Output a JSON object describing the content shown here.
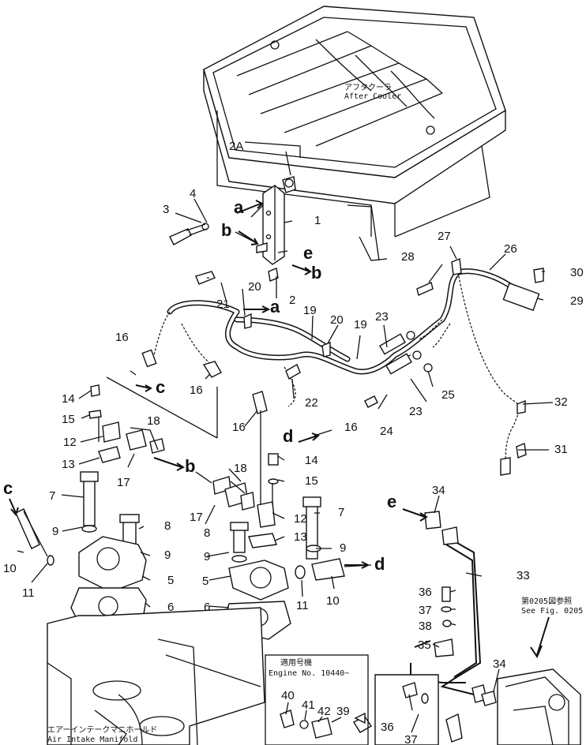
{
  "labels": {
    "after_cooler_jp": "アフタクーラ",
    "after_cooler_en": "After Cooler",
    "air_intake_jp": "エアーインテークマニホールド",
    "air_intake_en": "Air Intake Manifold",
    "serial_jp": "適用号機",
    "serial_en": "Engine No. 10440~",
    "see_fig_jp": "第0205図参照",
    "see_fig_en": "See Fig. 0205"
  },
  "callouts": {
    "p2A": "2A",
    "p1": "1",
    "p2": "2",
    "p3": "3",
    "p4": "4",
    "p5a": "5",
    "p5b": "5",
    "p6a": "6",
    "p6b": "6",
    "p7a": "7",
    "p7b": "7",
    "p8a": "8",
    "p8b": "8",
    "p9a": "9",
    "p9b": "9",
    "p9c": "9",
    "p9d": "9",
    "p10a": "10",
    "p10b": "10",
    "p11a": "11",
    "p11b": "11",
    "p12a": "12",
    "p12b": "12",
    "p13a": "13",
    "p13b": "13",
    "p14a": "14",
    "p14b": "14",
    "p15a": "15",
    "p15b": "15",
    "p16a": "16",
    "p16b": "16",
    "p16c": "16",
    "p16d": "16",
    "p17a": "17",
    "p17b": "17",
    "p18a": "18",
    "p18b": "18",
    "p19a": "19",
    "p19b": "19",
    "p20a": "20",
    "p20b": "20",
    "p21": "21",
    "p22": "22",
    "p23a": "23",
    "p23b": "23",
    "p24": "24",
    "p25": "25",
    "p26": "26",
    "p27": "27",
    "p28": "28",
    "p29": "29",
    "p30": "30",
    "p31": "31",
    "p32": "32",
    "p33": "33",
    "p34a": "34",
    "p34b": "34",
    "p35": "35",
    "p36a": "36",
    "p36b": "36",
    "p37a": "37",
    "p37b": "37",
    "p38": "38",
    "p39": "39",
    "p40": "40",
    "p41": "41",
    "p42": "42"
  },
  "letters": {
    "a1": "a",
    "a2": "a",
    "b1": "b",
    "b2": "b",
    "b3": "b",
    "c1": "c",
    "c2": "c",
    "d1": "d",
    "d2": "d",
    "e1": "e",
    "e2": "e"
  }
}
